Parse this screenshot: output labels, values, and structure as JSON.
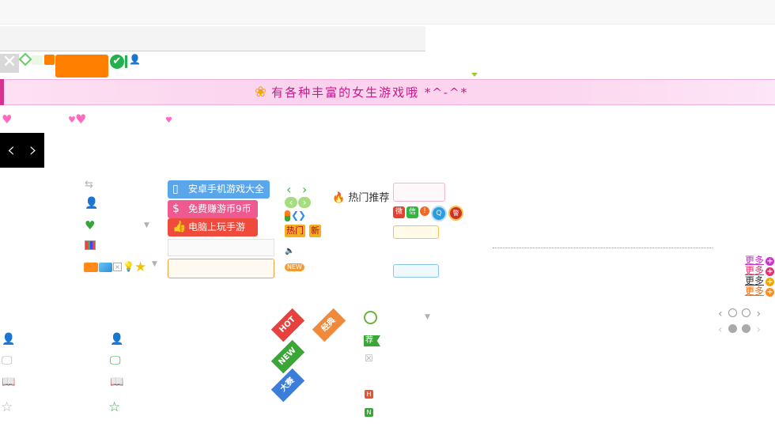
{
  "header": {
    "close_glyph": "✕",
    "check_glyph": "✔",
    "user_glyph": "👤"
  },
  "banner": {
    "flower_glyph": "❀",
    "text": "有各种丰富的女生游戏哦 *^-^*"
  },
  "hearts": [
    "♥",
    "♥",
    "♥",
    "♥"
  ],
  "carousel_nav": {
    "prev": "‹",
    "next": "›"
  },
  "sidebar_icons": {
    "swap": "⇆",
    "user": "👤",
    "heart": "♥",
    "dropdown": "▼",
    "lamp": "💡",
    "star": "★"
  },
  "promo": {
    "buttons": [
      {
        "label": "安卓手机游戏大全",
        "icon": "▯"
      },
      {
        "label": "免费赚游币9币",
        "icon": "$"
      },
      {
        "label": "电脑上玩手游",
        "icon": "👍"
      }
    ]
  },
  "hot": {
    "label": "热门推荐",
    "fire": "🔥",
    "chevron": "›",
    "badge_hot": "热门",
    "badge_new": "新",
    "new_small": "NEW",
    "sound": "🔈",
    "arrows_left": "‹",
    "arrows_right": "›",
    "diamond_left": "❮",
    "diamond_right": "❯"
  },
  "social_icons": [
    "微",
    "信",
    "!",
    "Q",
    "警"
  ],
  "more_links": [
    {
      "label": "更多",
      "color": "#cc33cc"
    },
    {
      "label": "更多",
      "color": "#e6306e"
    },
    {
      "label": "更多",
      "color": "#333333"
    },
    {
      "label": "更多",
      "color": "#ff6600"
    }
  ],
  "ribbons": [
    {
      "label": "HOT",
      "color": "#e8403d"
    },
    {
      "label": "经典",
      "color": "#f08a3a"
    },
    {
      "label": "NEW",
      "color": "#3aa635"
    },
    {
      "label": "大赛",
      "color": "#3a7ddb"
    }
  ],
  "misc": {
    "clock": "🕒",
    "dropdown": "▼",
    "recommend": "荐",
    "tag_h": "H",
    "tag_n": "N",
    "box_x": "☒"
  },
  "list_icons": {
    "user": "👤",
    "monitor": "🖵",
    "book": "📖",
    "star": "☆"
  },
  "pager": {
    "prev": "‹",
    "next": "›"
  },
  "colors": {
    "accent_pink": "#c81a86",
    "accent_green": "#37a33d",
    "accent_orange": "#ff7f00"
  }
}
